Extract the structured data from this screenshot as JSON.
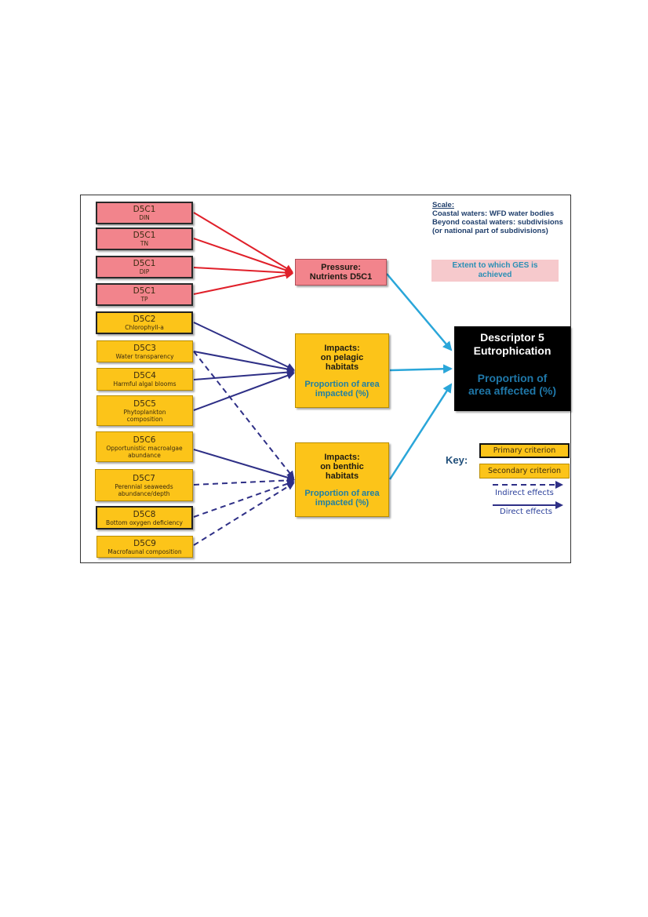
{
  "criteria": [
    {
      "code": "D5C1",
      "name": "DIN"
    },
    {
      "code": "D5C1",
      "name": "TN"
    },
    {
      "code": "D5C1",
      "name": "DIP"
    },
    {
      "code": "D5C1",
      "name": "TP"
    },
    {
      "code": "D5C2",
      "name": "Chlorophyll-a"
    },
    {
      "code": "D5C3",
      "name": "Water transparency"
    },
    {
      "code": "D5C4",
      "name": "Harmful algal blooms"
    },
    {
      "code": "D5C5",
      "name": "Phytoplankton composition"
    },
    {
      "code": "D5C6",
      "name": "Opportunistic macroalgae abundance"
    },
    {
      "code": "D5C7",
      "name": "Perennial seaweeds abundance/depth"
    },
    {
      "code": "D5C8",
      "name": "Bottom oxygen deficiency"
    },
    {
      "code": "D5C9",
      "name": "Macrofaunal composition"
    }
  ],
  "pressure": {
    "line1": "Pressure:",
    "line2": "Nutrients D5C1"
  },
  "pelagic": {
    "line1": "Impacts:",
    "line2": "on pelagic",
    "line3": "habitats",
    "measure": "Proportion of area impacted (%)"
  },
  "benthic": {
    "line1": "Impacts:",
    "line2": "on benthic",
    "line3": "habitats",
    "measure": "Proportion of area impacted (%)"
  },
  "descriptor": {
    "line1": "Descriptor 5",
    "line2": "Eutrophication",
    "measure": "Proportion of area affected (%)"
  },
  "scale": {
    "heading": "Scale:",
    "coastal": "Coastal waters: WFD water bodies",
    "beyond": "Beyond coastal waters: subdivisions (or national part of subdivisions)"
  },
  "extent": "Extent to which GES is achieved",
  "key": {
    "title": "Key:",
    "primary": "Primary criterion",
    "secondary": "Secondary criterion",
    "indirect": "Indirect effects",
    "direct": "Direct effects"
  },
  "colors": {
    "nutrient_fill": "#f2848c",
    "criterion_fill": "#fcc419",
    "nutrient_arrow": "#e0202a",
    "effect_arrow": "#2e2f86",
    "outcome_arrow": "#2aa6d9",
    "descriptor_fill": "#000000"
  }
}
